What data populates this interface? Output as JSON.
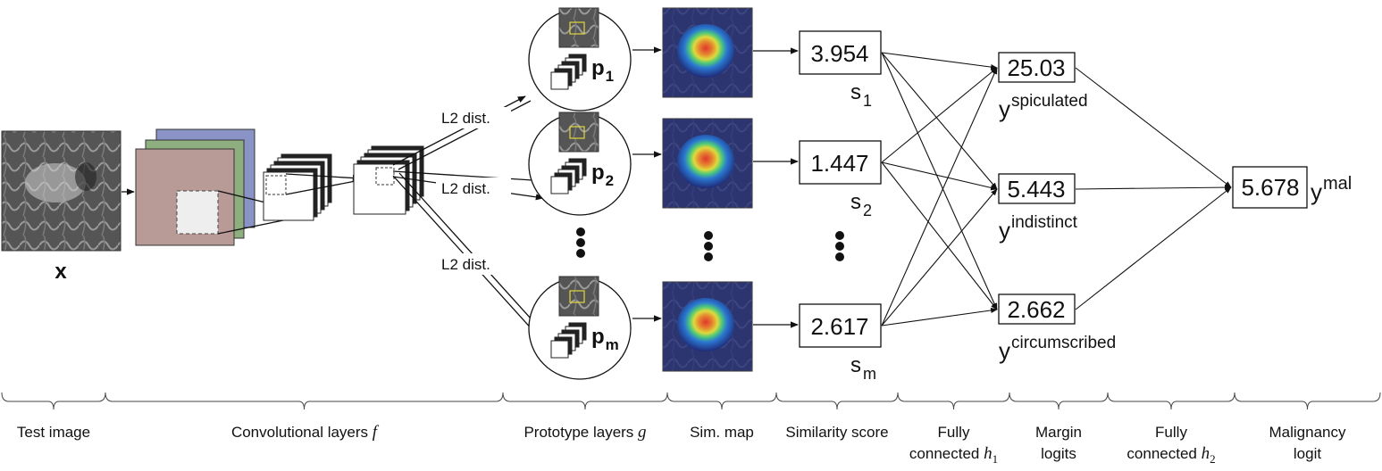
{
  "input": {
    "symbol": "x"
  },
  "l2_label": "L2 dist.",
  "prototypes": [
    {
      "symbol": "p",
      "sub": "1"
    },
    {
      "symbol": "p",
      "sub": "2"
    },
    {
      "symbol": "p",
      "sub": "m"
    }
  ],
  "scores": [
    {
      "value": "3.954",
      "symbol": "s",
      "sub": "1"
    },
    {
      "value": "1.447",
      "symbol": "s",
      "sub": "2"
    },
    {
      "value": "2.617",
      "symbol": "s",
      "sub": "m"
    }
  ],
  "margins": [
    {
      "value": "25.03",
      "symbol": "y",
      "sup": "spiculated"
    },
    {
      "value": "5.443",
      "symbol": "y",
      "sup": "indistinct"
    },
    {
      "value": "2.662",
      "symbol": "y",
      "sup": "circumscribed"
    }
  ],
  "output": {
    "value": "5.678",
    "symbol": "y",
    "sup": "mal"
  },
  "stages": [
    {
      "label": "Test image"
    },
    {
      "label": "Convolutional  layers ",
      "math": "f"
    },
    {
      "label": "Prototype layers ",
      "math": "g"
    },
    {
      "label": "Sim. map"
    },
    {
      "label": "Similarity score"
    },
    {
      "label": "Fully",
      "label2": "connected ",
      "math": "h",
      "sub": "1"
    },
    {
      "label": "Margin",
      "label2": "logits"
    },
    {
      "label": "Fully",
      "label2": "connected ",
      "math": "h",
      "sub": "2"
    },
    {
      "label": "Malignancy",
      "label2": "logit"
    }
  ],
  "colors": {
    "feature_pink": "#b89a96",
    "feature_green": "#8fae7f",
    "feature_blue": "#8a93c6",
    "line": "#111111"
  }
}
